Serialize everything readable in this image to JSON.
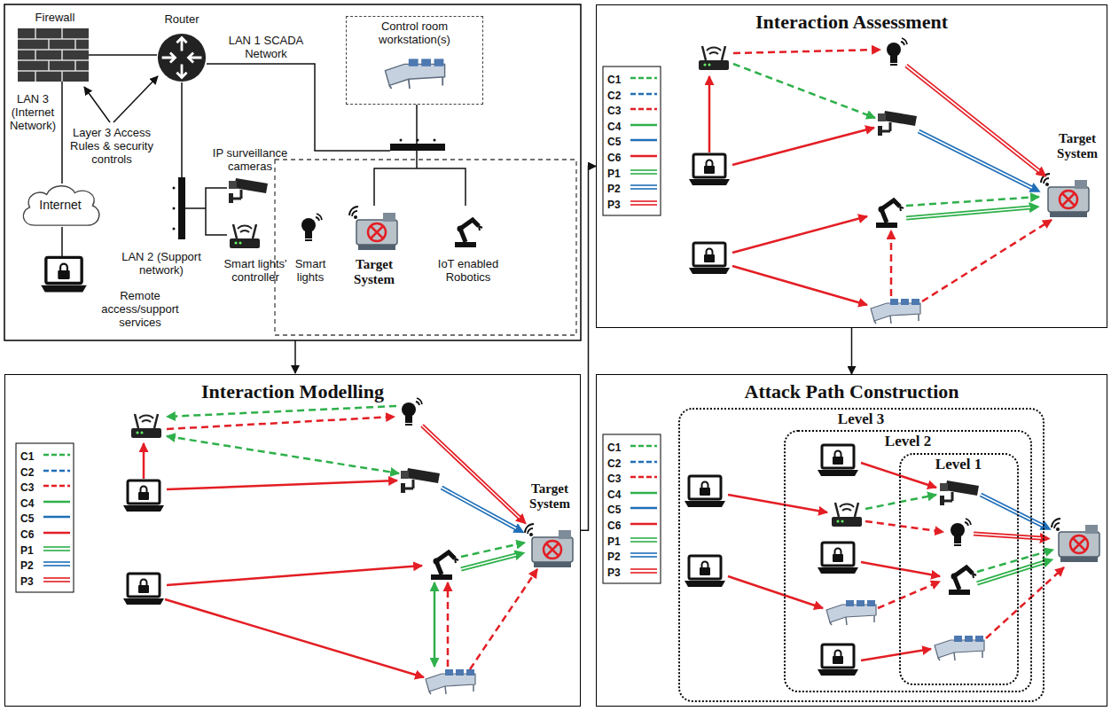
{
  "diagram": {
    "nodes": [
      {
        "text": [
          "Control room workstation(s)"
        ]
      },
      {
        "text": [
          "Internet"
        ]
      },
      {
        "text": [
          "Interaction Modelling"
        ]
      },
      {
        "text": [
          "Interaction Assessment"
        ]
      },
      {
        "text": [
          "Attack Path Construction"
        ]
      },
      {
        "text": [
          "Level 3"
        ],
        "in": 4
      },
      {
        "text": [
          "Level 2"
        ],
        "in": 5
      },
      {
        "text": [
          "Level 1"
        ],
        "in": 6
      }
    ],
    "edges": [
      {
        "from": 2,
        "to": 3,
        "arrow": "to"
      },
      {
        "from": 3,
        "to": 4,
        "arrow": "to"
      }
    ],
    "labels": [
      "Firewall",
      "Router",
      "LAN 1 SCADA Network",
      "LAN 3 (Internet Network)",
      "Layer 3 Access Rules & security controls",
      "IP surveillance cameras",
      "Remote access/support services",
      "LAN 2 (Support network)",
      "Smart lights' controller",
      "Smart lights",
      "Target System",
      "IoT enabled Robotics",
      "Target System",
      "Target System"
    ],
    "legend": [
      {
        "text": "C1"
      },
      {
        "text": "C2"
      },
      {
        "text": "C3"
      },
      {
        "text": "C4"
      },
      {
        "text": "C5"
      },
      {
        "text": "C6"
      },
      {
        "text": "P1"
      },
      {
        "text": "P2"
      },
      {
        "text": "P3"
      },
      {
        "text": "C1"
      },
      {
        "text": "C2"
      },
      {
        "text": "C3"
      },
      {
        "text": "C4"
      },
      {
        "text": "C5"
      },
      {
        "text": "C6"
      },
      {
        "text": "P1"
      },
      {
        "text": "P2"
      },
      {
        "text": "P3"
      },
      {
        "text": "C1"
      },
      {
        "text": "C2"
      },
      {
        "text": "C3"
      },
      {
        "text": "C4"
      },
      {
        "text": "C5"
      },
      {
        "text": "C6"
      },
      {
        "text": "P1"
      },
      {
        "text": "P2"
      },
      {
        "text": "P3"
      }
    ]
  }
}
